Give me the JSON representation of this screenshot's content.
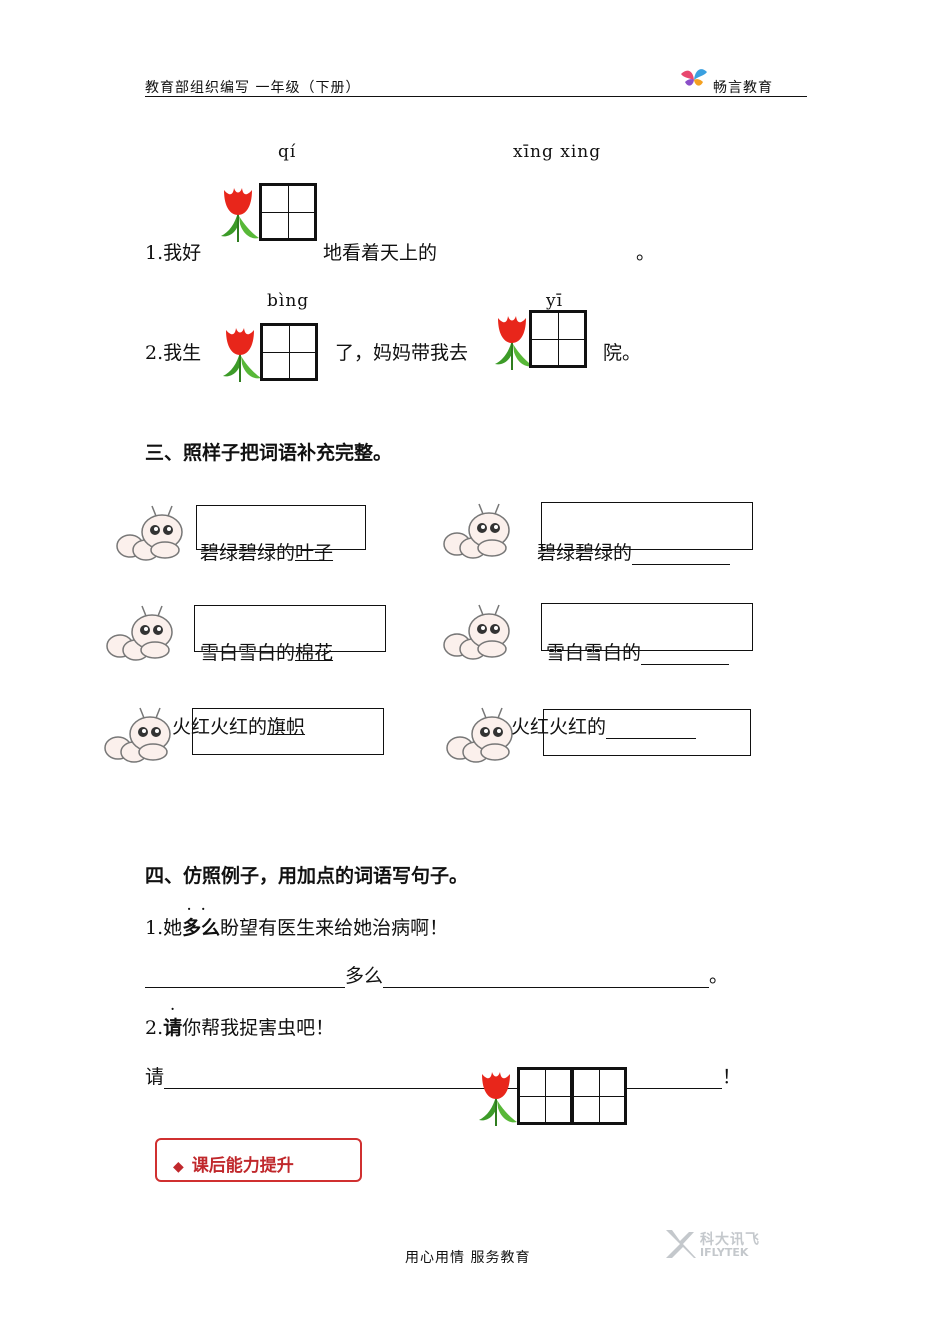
{
  "header": {
    "left_text": "教育部组织编写  一年级（下册）",
    "brand_text": "畅言教育"
  },
  "section_two": {
    "q1": {
      "pinyin_a": "qí",
      "pinyin_b": "xīng   xing",
      "prefix": "1.我好",
      "middle": "地看着天上的",
      "end": "。"
    },
    "q2": {
      "pinyin_a": "bìng",
      "pinyin_b": "yī",
      "prefix": "2.我生",
      "middle": "了，妈妈带我去",
      "end": "院。"
    }
  },
  "section_three": {
    "title": "三、照样子把词语补充完整。",
    "items": [
      {
        "prefix": "碧绿碧绿的",
        "answer": "叶子"
      },
      {
        "prefix": "碧绿碧绿的",
        "answer": ""
      },
      {
        "prefix": "雪白雪白的",
        "answer": "棉花"
      },
      {
        "prefix": "雪白雪白的",
        "answer": ""
      },
      {
        "prefix": "火红火红的",
        "answer": "旗帜"
      },
      {
        "prefix": "火红火红的",
        "answer": ""
      }
    ]
  },
  "section_four": {
    "title": "四、仿照例子，用加点的词语写句子。",
    "q1": {
      "number": "1.她",
      "dotted": "多么",
      "rest": "盼望有医生来给她治病啊！",
      "fill_word": "多么",
      "fill_end": "。"
    },
    "q2": {
      "number": "2.",
      "dotted": "请",
      "rest": "你帮我捉害虫吧！",
      "fill_word": "请",
      "fill_end": "！"
    }
  },
  "badge": {
    "icon": "diamond-icon",
    "label": "课后能力提升",
    "color": "#c0282c"
  },
  "footer": {
    "slogan": "用心用情   服务教育",
    "logo_cn": "科大讯飞",
    "logo_en": "IFLYTEK"
  }
}
